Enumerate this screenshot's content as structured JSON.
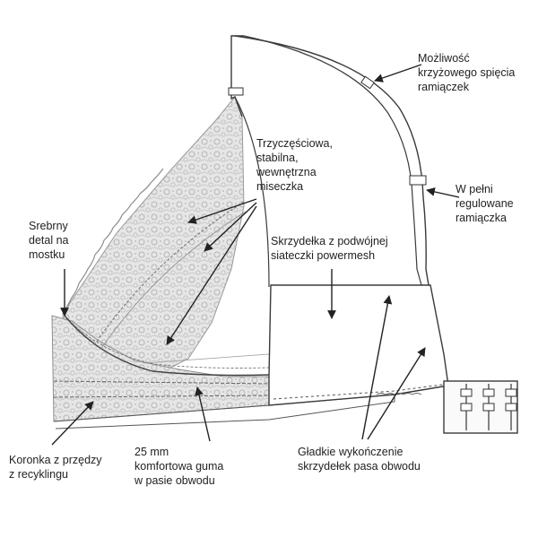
{
  "labels": {
    "strap_cross": [
      "Możliwość",
      "krzyżowego spięcia",
      "ramiączek"
    ],
    "cup": [
      "Trzyczęściowa,",
      "stabilna,",
      "wewnętrzna",
      "miseczka"
    ],
    "adjustable": [
      "W pełni",
      "regulowane",
      "ramiączka"
    ],
    "silver": [
      "Srebrny",
      "detal na",
      "mostku"
    ],
    "wings": [
      "Skrzydełka z podwójnej",
      "siateczki powermesh"
    ],
    "lace": [
      "Koronka z przędzy",
      "z recyklingu"
    ],
    "band": [
      "25 mm",
      "komfortowa guma",
      "w pasie obwodu"
    ],
    "finish": [
      "Gładkie wykończenie",
      "skrzydełek pasa obwodu"
    ]
  },
  "colors": {
    "line": "#3a3a3a",
    "lace": "#c9c9c9",
    "lace_dark": "#a8a8a8"
  }
}
